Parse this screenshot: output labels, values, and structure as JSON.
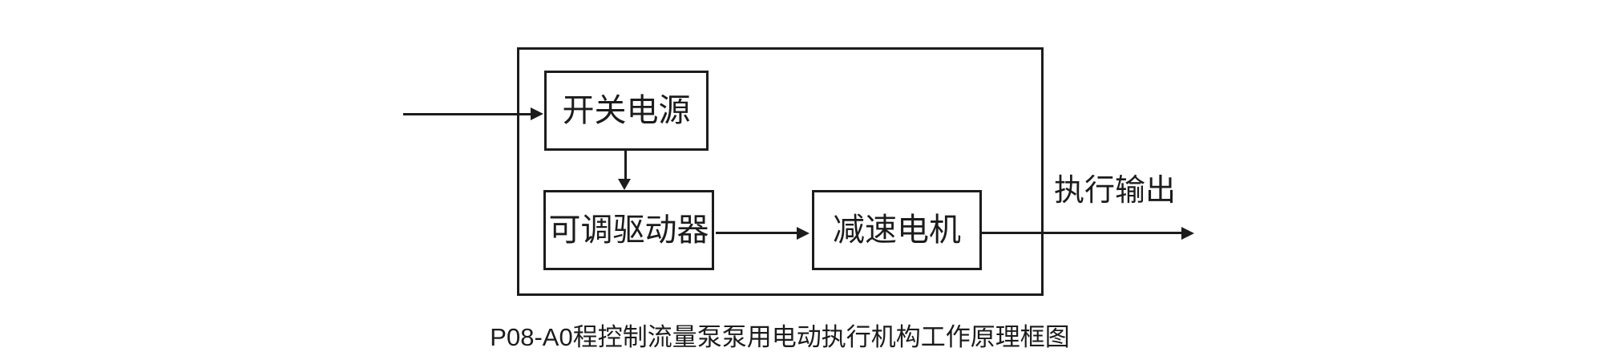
{
  "diagram": {
    "colors": {
      "background": "#ffffff",
      "line": "#1c1c1c",
      "text": "#1c1c1c"
    },
    "nodes": [
      {
        "id": "switching-power-supply",
        "label": "开关电源"
      },
      {
        "id": "adjustable-driver",
        "label": "可调驱动器"
      },
      {
        "id": "gear-motor",
        "label": "减速电机"
      }
    ],
    "arrows": [
      {
        "id": "input-arrow",
        "from": "external-input",
        "to": "switching-power-supply"
      },
      {
        "id": "power-to-driver-arrow",
        "from": "switching-power-supply",
        "to": "adjustable-driver"
      },
      {
        "id": "driver-to-motor-arrow",
        "from": "adjustable-driver",
        "to": "gear-motor"
      },
      {
        "id": "output-arrow",
        "from": "gear-motor",
        "to": "external-output"
      }
    ],
    "output_label": "执行输出",
    "caption": "P08-A0程控制流量泵泵用电动执行机构工作原理框图"
  }
}
